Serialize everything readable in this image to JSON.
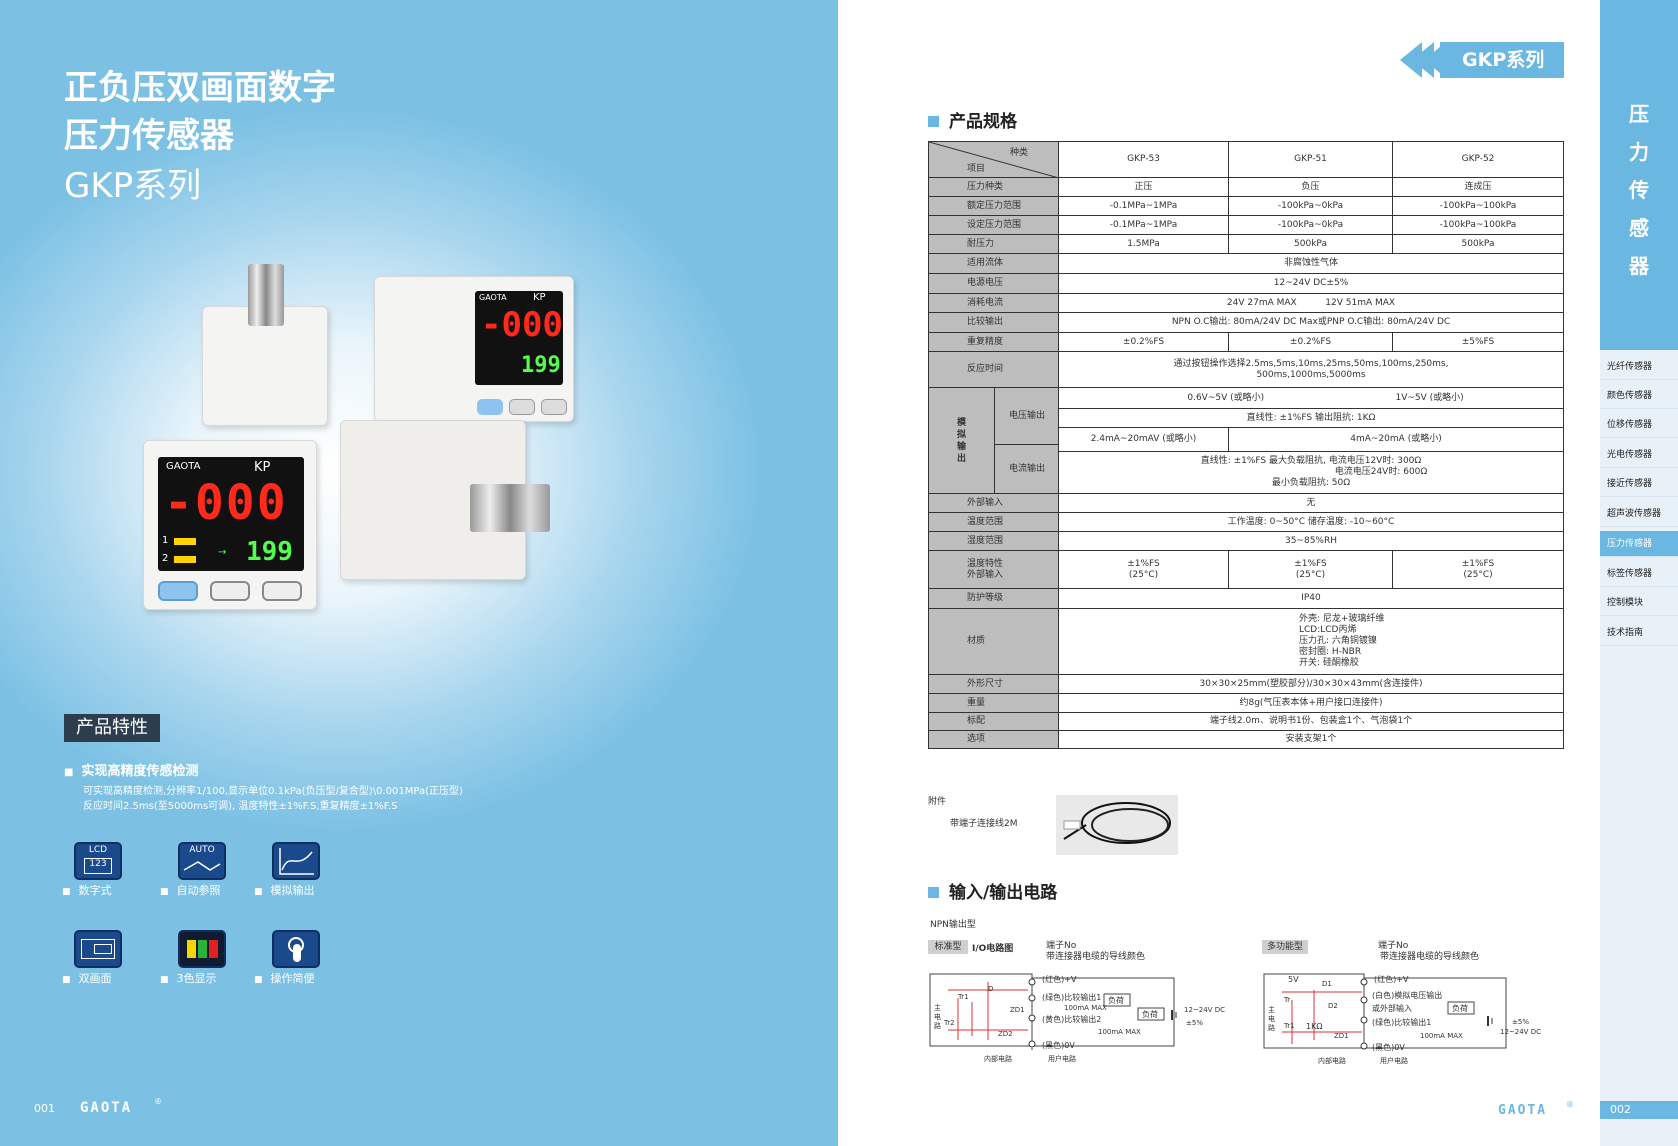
{
  "left": {
    "title_line1": "正负压双画面数字",
    "title_line2": "压力传感器",
    "title_line3": "GKP系列",
    "device": {
      "brand": "GAOTA",
      "model": "KP",
      "main_value": "-000",
      "sub_value": "199",
      "arrow": "→",
      "ch1": "1",
      "ch2": "2"
    },
    "features_tag": "产品特性",
    "feature_heading": "实现高精度传感检测",
    "feature_line1": "可实现高精度检测,分辨率1/100,显示单位0.1kPa(负压型/复合型)\\0.001MPa(正压型)",
    "feature_line2": "反应时间2.5ms(至5000ms可调), 温度特性±1%F.S,重复精度±1%F.S",
    "icons": [
      {
        "label": "数字式",
        "glyph": "LCD",
        "icon": "lcd-icon"
      },
      {
        "label": "自动参照",
        "glyph": "AUTO",
        "icon": "auto-icon"
      },
      {
        "label": "模拟输出",
        "glyph": "~",
        "icon": "analog-curve-icon"
      },
      {
        "label": "双画面",
        "glyph": "",
        "icon": "dual-screen-icon"
      },
      {
        "label": "3色显示",
        "glyph": "",
        "icon": "tricolor-icon"
      },
      {
        "label": "操作简便",
        "glyph": "",
        "icon": "touch-icon"
      }
    ],
    "icon_lcd_digits": "123",
    "page_num": "001",
    "logo": "GAOTA",
    "logo_mark": "®"
  },
  "right": {
    "series_label": "GKP系列",
    "side_title": [
      "压",
      "力",
      "传",
      "感",
      "器"
    ],
    "nav": [
      {
        "label": "光纤传感器",
        "active": false
      },
      {
        "label": "颜色传感器",
        "active": false
      },
      {
        "label": "位移传感器",
        "active": false
      },
      {
        "label": "光电传感器",
        "active": false
      },
      {
        "label": "接近传感器",
        "active": false
      },
      {
        "label": "超声波传感器",
        "active": false
      },
      {
        "label": "压力传感器",
        "active": true
      },
      {
        "label": "标签传感器",
        "active": false
      },
      {
        "label": "控制模块",
        "active": false
      },
      {
        "label": "技术指南",
        "active": false
      }
    ],
    "spec_title": "产品规格",
    "spec": {
      "corner_top": "种类",
      "corner_bottom": "项目",
      "models": [
        "GKP-53",
        "GKP-51",
        "GKP-52"
      ],
      "rows3": [
        {
          "label": "压力种类",
          "v": [
            "正压",
            "负压",
            "连成压"
          ]
        },
        {
          "label": "额定压力范围",
          "v": [
            "-0.1MPa~1MPa",
            "-100kPa~0kPa",
            "-100kPa~100kPa"
          ]
        },
        {
          "label": "设定压力范围",
          "v": [
            "-0.1MPa~1MPa",
            "-100kPa~0kPa",
            "-100kPa~100kPa"
          ]
        },
        {
          "label": "耐压力",
          "v": [
            "1.5MPa",
            "500kPa",
            "500kPa"
          ]
        }
      ],
      "fluid_label": "适用流体",
      "fluid": "非腐蚀性气体",
      "voltage_label": "电源电压",
      "voltage": "12~24V DC±5%",
      "current_label": "消耗电流",
      "current": "24V 27mA MAX          12V 51mA MAX",
      "output_label": "比较输出",
      "output": "NPN O.C输出: 80mA/24V DC   Max或PNP O.C输出: 80mA/24V DC",
      "repeat_label": "重复精度",
      "repeat": [
        "±0.2%FS",
        "±0.2%FS",
        "±5%FS"
      ],
      "response_label": "反应时间",
      "response_1": "通过按钮操作选择2.5ms,5ms,10ms,25ms,50ms,100ms,250ms,",
      "response_2": "500ms,1000ms,5000ms",
      "analog_label": "模拟输出",
      "volt_out_label": "电压输出",
      "volt_out_a": "0.6V~5V (或略小)",
      "volt_out_b": "1V~5V (或略小)",
      "volt_linear": "直线性: ±1%FS    输出阻抗: 1KΩ",
      "curr_a": "2.4mA~20mAV (或略小)",
      "curr_b": "4mA~20mA (或略小)",
      "curr_out_label": "电流输出",
      "curr_line1": "直线性: ±1%FS    最大负载阻抗, 电流电压12V时: 300Ω",
      "curr_line2": "电流电压24V时: 600Ω",
      "curr_line3": "最小负载阻抗: 50Ω",
      "ext_label": "外部输入",
      "ext": "无",
      "temp_label": "温度范围",
      "temp": "工作温度: 0~50°C      储存温度: -10~60°C",
      "hum_label": "湿度范围",
      "hum": "35~85%RH",
      "tc_label1": "温度特性",
      "tc_label2": "外部输入",
      "tc": [
        "±1%FS",
        "±1%FS",
        "±1%FS"
      ],
      "tc_sub": "(25°C)",
      "ip_label": "防护等级",
      "ip": "IP40",
      "mat_label": "材质",
      "mat": [
        "外壳: 尼龙+玻璃纤维",
        "LCD:LCD丙烯",
        "压力孔: 六角铜镀镍",
        "密封圈: H-NBR",
        "开关: 硅酮橡胶"
      ],
      "size_label": "外形尺寸",
      "size": "30×30×25mm(塑胶部分)/30×30×43mm(含连接件)",
      "weight_label": "重量",
      "weight": "约8g(气压表本体+用户接口连接件)",
      "std_label": "标配",
      "std": "端子线2.0m、说明书1份、包装盒1个、气泡袋1个",
      "opt_label": "选项",
      "opt": "安装支架1个"
    },
    "accessory_label": "附件",
    "accessory_item": "带端子连接线2M",
    "io_title": "输入/输出电路",
    "npn": "NPN输出型",
    "circuit1": {
      "tag": "标准型",
      "heading": "I/O电路图",
      "terminal": "端子No",
      "wire": "带连接器电缆的导线颜色",
      "t1": "(红色)+V",
      "t2": "(绿色)比较输出1",
      "t3": "(黄色)比较输出2",
      "t4": "(黑色)0V",
      "load": "负荷",
      "ma": "100mA MAX",
      "dc": "12~24V DC",
      "pm": "±5%",
      "inner": "内部电路",
      "user": "用户电路",
      "main": "主电路",
      "tr1": "Tr1",
      "tr2": "Tr2",
      "zd1": "ZD1",
      "zd2": "ZD2",
      "d": "D"
    },
    "circuit2": {
      "tag": "多功能型",
      "terminal": "端子No",
      "wire": "带连接器电缆的导线颜色",
      "t1": "(红色)+V",
      "t2a": "(白色)模拟电压输出",
      "t2b": "或外部输入",
      "t3": "(绿色)比较输出1",
      "t4": "(黑色)0V",
      "load": "负荷",
      "ma": "100mA MAX",
      "dc": "12~24V DC",
      "pm": "±5%",
      "v5": "5V",
      "r": "1KΩ",
      "d1": "D1",
      "d2": "D2",
      "tr": "Tr",
      "tr1": "Tr1",
      "zd1": "ZD1",
      "inner": "内部电路",
      "user": "用户电路",
      "main": "主电路"
    },
    "page_num": "002",
    "logo": "GAOTA",
    "logo_mark": "®"
  },
  "colors": {
    "accent": "#6ab7e2",
    "dark_tag": "#2d3d4e",
    "icon_blue": "#1a4a8c",
    "seg_red": "#ff2a1a",
    "seg_green": "#53ff4c"
  }
}
